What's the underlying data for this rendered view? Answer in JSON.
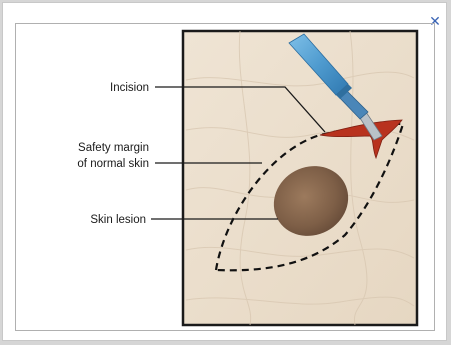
{
  "close_icon": "close-icon",
  "accent_color": "#3a64b5",
  "figure": {
    "labels": {
      "incision": "Incision",
      "safety_margin_line1": "Safety margin",
      "safety_margin_line2": "of normal skin",
      "skin_lesion": "Skin lesion"
    },
    "colors": {
      "skin": "#ece0cf",
      "lesion": "#8b6a50",
      "scalpel_handle": "#5aa3d4",
      "incision_blood": "#b8321e"
    }
  }
}
